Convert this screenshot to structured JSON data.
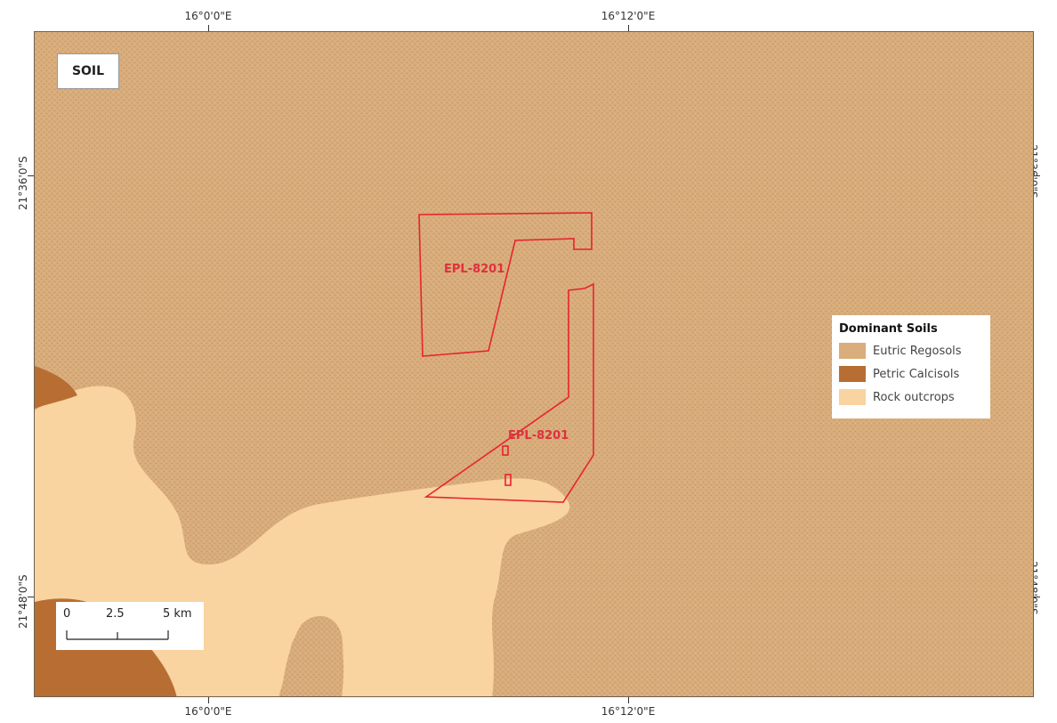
{
  "map": {
    "title": "SOIL",
    "colors": {
      "eutric_regosols": "#d9ad7c",
      "eutric_regosols_speckle": "#c99a68",
      "petric_calcisols": "#b86e33",
      "rock_outcrops": "#f9d3a0",
      "epl_outline": "#e8232f"
    },
    "graticule": {
      "top": [
        "16°0'0\"E",
        "16°12'0\"E"
      ],
      "bottom": [
        "16°0'0\"E",
        "16°12'0\"E"
      ],
      "left": [
        "21°36'0\"S",
        "21°48'0\"S"
      ],
      "right": [
        "21°36'0\"S",
        "21°48'0\"S"
      ]
    },
    "epl_labels": [
      "EPL-8201",
      "EPL-8201"
    ],
    "legend": {
      "title": "Dominant Soils",
      "items": [
        {
          "label": "Eutric Regosols",
          "color": "#d9ad7c"
        },
        {
          "label": "Petric Calcisols",
          "color": "#b86e33"
        },
        {
          "label": "Rock outcrops",
          "color": "#f9d3a0"
        }
      ]
    },
    "scalebar": {
      "ticks": [
        "0",
        "2.5",
        "5 km"
      ]
    }
  }
}
